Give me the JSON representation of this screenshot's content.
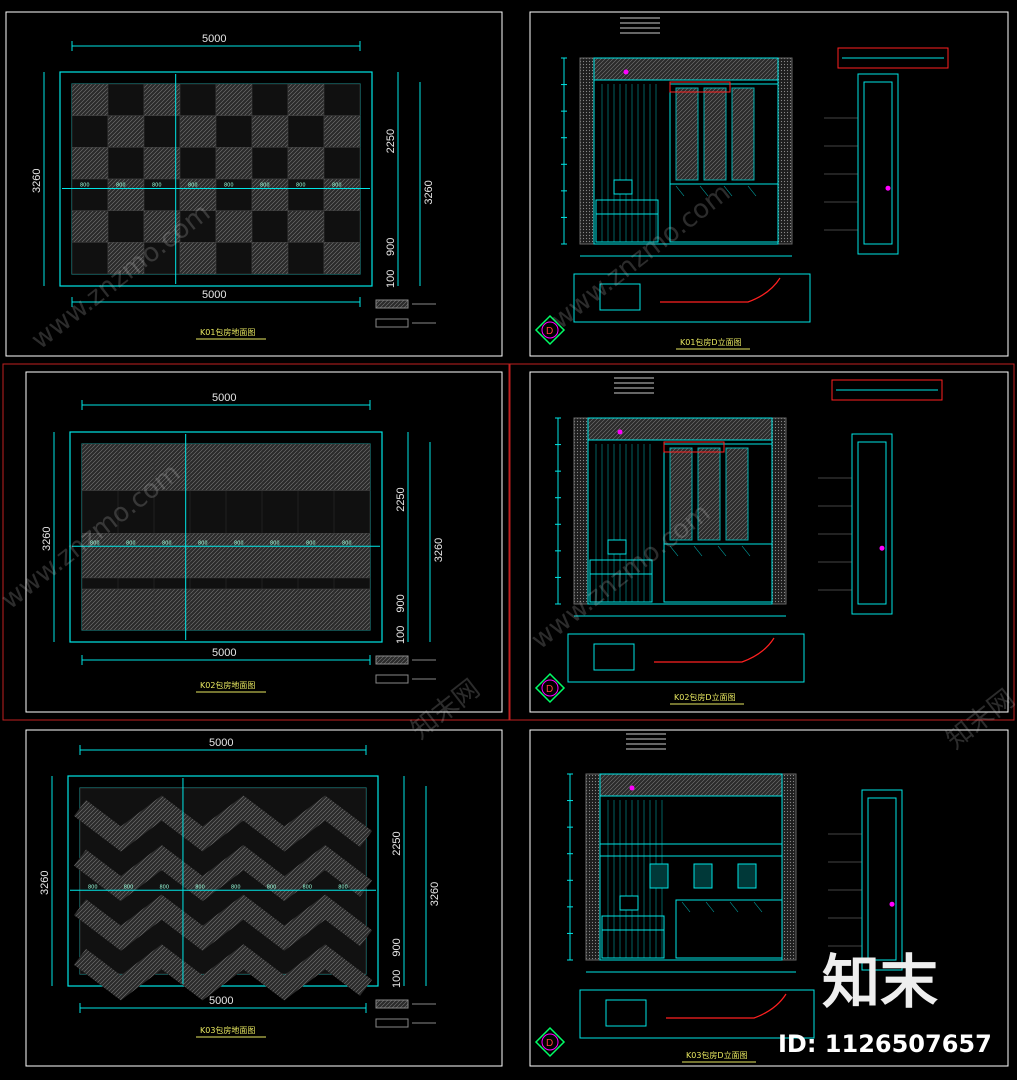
{
  "sheets": [
    {
      "plan_title": "K01包房地面图",
      "elev_title": "K01包房D立面图",
      "pattern": "checker"
    },
    {
      "plan_title": "K02包房地面图",
      "elev_title": "K02包房D立面图",
      "pattern": "stripes"
    },
    {
      "plan_title": "K03包房地面图",
      "elev_title": "K03包房D立面图",
      "pattern": "zigzag"
    }
  ],
  "dims": {
    "width": "5000",
    "height": "3260",
    "upper": "2250",
    "lower": "900",
    "border": "100",
    "tile": "800"
  },
  "elevation_marker": "D",
  "watermark": {
    "brand": "知末",
    "site": "www.znzmo.com",
    "cn": "知末网",
    "id_text": "ID: 1126507657"
  },
  "colors": {
    "line": "#00e5e5",
    "frame": "#ffffff",
    "red": "#ff2020",
    "magenta": "#ff00ff",
    "green": "#00ff66"
  }
}
